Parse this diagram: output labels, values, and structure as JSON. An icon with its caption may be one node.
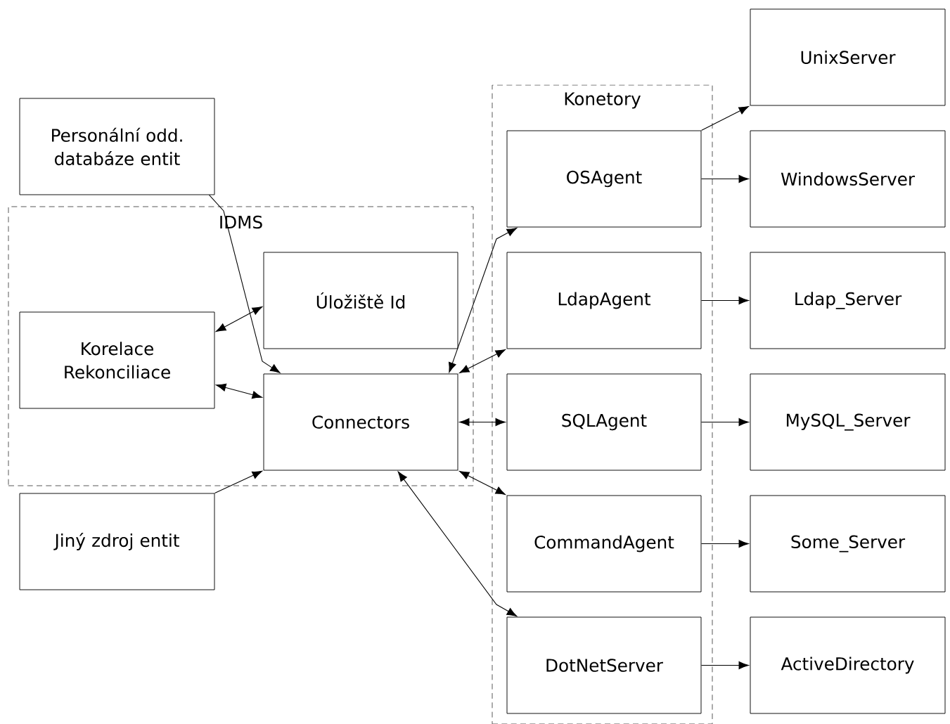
{
  "diagram": {
    "nodes": [
      {
        "text": [
          "Personální odd. databáze entit"
        ]
      },
      {
        "text": [
          "IDMS"
        ]
      },
      {
        "text": [
          "Korelace Rekonciliace"
        ],
        "in": 1
      },
      {
        "text": [
          "Úložiště Id"
        ],
        "in": 1
      },
      {
        "text": [
          "Connectors"
        ],
        "in": 1
      },
      {
        "text": [
          "Jiný zdroj entit"
        ]
      },
      {
        "text": [
          "Konetory"
        ]
      },
      {
        "text": [
          "OSAgent"
        ],
        "in": 6
      },
      {
        "text": [
          "LdapAgent"
        ],
        "in": 6
      },
      {
        "text": [
          "SQLAgent"
        ],
        "in": 6
      },
      {
        "text": [
          "CommandAgent"
        ],
        "in": 6
      },
      {
        "text": [
          "DotNetServer"
        ],
        "in": 6
      },
      {
        "text": [
          "UnixServer"
        ]
      },
      {
        "text": [
          "WindowsServer"
        ]
      },
      {
        "text": [
          "Ldap_Server"
        ]
      },
      {
        "text": [
          "MySQL_Server"
        ]
      },
      {
        "text": [
          "Some_Server"
        ]
      },
      {
        "text": [
          "ActiveDirectory"
        ]
      }
    ],
    "edges": [
      {
        "from": 0,
        "to": 4,
        "arrow": "to"
      },
      {
        "from": 2,
        "to": 3,
        "arrow": "both"
      },
      {
        "from": 2,
        "to": 4,
        "arrow": "both"
      },
      {
        "from": 5,
        "to": 4,
        "arrow": "to"
      },
      {
        "from": 4,
        "to": 7,
        "arrow": "both"
      },
      {
        "from": 4,
        "to": 8,
        "arrow": "both"
      },
      {
        "from": 4,
        "to": 9,
        "arrow": "both"
      },
      {
        "from": 4,
        "to": 10,
        "arrow": "both"
      },
      {
        "from": 4,
        "to": 11,
        "arrow": "both"
      },
      {
        "from": 7,
        "to": 12,
        "arrow": "to"
      },
      {
        "from": 7,
        "to": 13,
        "arrow": "to"
      },
      {
        "from": 8,
        "to": 14,
        "arrow": "to"
      },
      {
        "from": 9,
        "to": 15,
        "arrow": "to"
      },
      {
        "from": 10,
        "to": 16,
        "arrow": "to"
      },
      {
        "from": 11,
        "to": 17,
        "arrow": "to"
      }
    ]
  }
}
